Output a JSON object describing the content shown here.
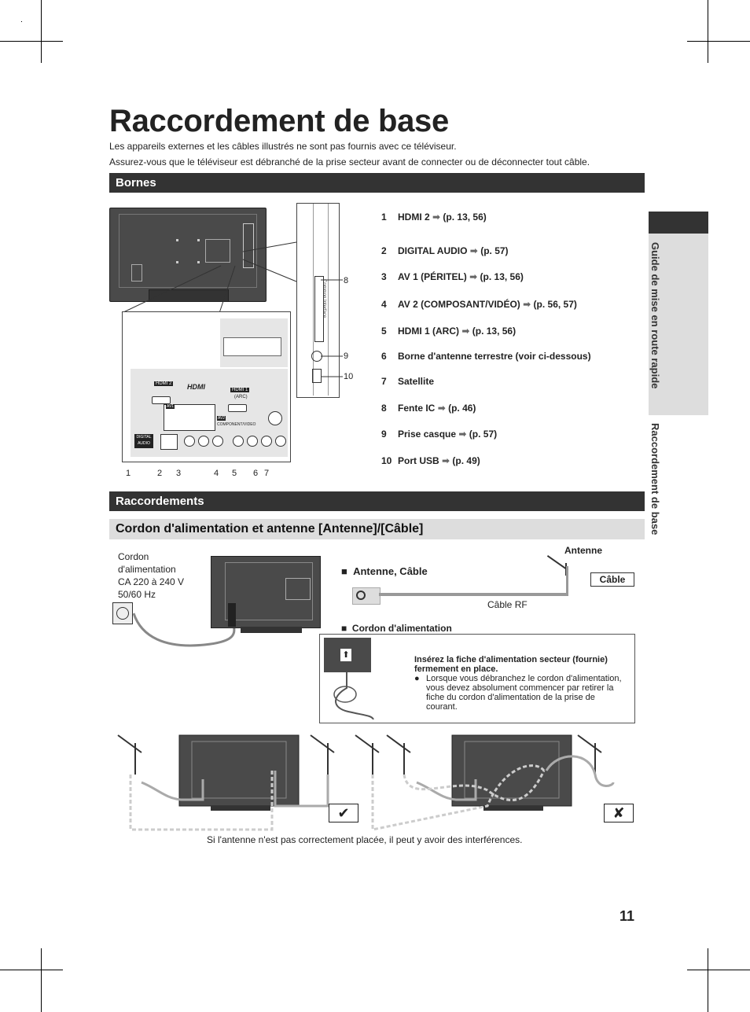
{
  "page": {
    "title": "Raccordement de base",
    "intro_1": "Les appareils externes et les câbles illustrés ne sont pas fournis avec ce téléviseur.",
    "intro_2": "Assurez-vous que le téléviseur est débranché de la prise secteur avant de connecter ou de déconnecter tout câble.",
    "page_number": "11"
  },
  "side_tabs": {
    "tab_1": "Guide de mise en route rapide",
    "tab_2": "Raccordement de base"
  },
  "bornes": {
    "heading": "Bornes",
    "items": [
      {
        "num": "1",
        "label": "HDMI 2",
        "ref": "(p. 13, 56)"
      },
      {
        "num": "2",
        "label": "DIGITAL AUDIO",
        "ref": "(p. 57)"
      },
      {
        "num": "3",
        "label": "AV 1 (PÉRITEL)",
        "ref": "(p. 13, 56)"
      },
      {
        "num": "4",
        "label": "AV 2 (COMPOSANT/VIDÉO)",
        "ref": "(p. 56, 57)"
      },
      {
        "num": "5",
        "label": "HDMI 1 (ARC)",
        "ref": "(p. 13, 56)"
      },
      {
        "num": "6",
        "label": "Borne d'antenne terrestre (voir ci-dessous)",
        "ref": ""
      },
      {
        "num": "7",
        "label": "Satellite",
        "ref": ""
      },
      {
        "num": "8",
        "label": "Fente IC",
        "ref": "(p. 46)"
      },
      {
        "num": "9",
        "label": "Prise casque",
        "ref": "(p. 57)"
      },
      {
        "num": "10",
        "label": "Port USB",
        "ref": "(p. 49)"
      }
    ],
    "callouts_bottom": [
      "1",
      "2",
      "3",
      "4",
      "5",
      "6",
      "7"
    ],
    "callouts_side": [
      "8",
      "9",
      "10"
    ],
    "panel_labels": {
      "hdmi2": "HDMI 2",
      "hdmi_logo": "HDMI",
      "hdmi1": "HDMI 1",
      "arc": "(ARC)",
      "av1": "AV1",
      "av2": "AV2",
      "component": "COMPONENT/VIDEO",
      "digital_audio": "DIGITAL AUDIO",
      "common_interface": "Common Interface"
    }
  },
  "raccordements": {
    "heading": "Raccordements",
    "subheading": "Cordon d'alimentation et antenne [Antenne]/[Câble]",
    "power_label": [
      "Cordon",
      "d'alimentation",
      "CA 220 à 240 V",
      "50/60 Hz"
    ],
    "antenna_label": "Antenne",
    "antenna_cable_title": "Antenne, Câble",
    "cable_box": "Câble",
    "rf_cable": "Câble RF",
    "power_cord_title": "Cordon d'alimentation",
    "insert_bold": "Insérez la fiche d'alimentation secteur (fournie) fermement en place.",
    "insert_note": "Lorsque vous débranchez le cordon d'alimentation, vous devez absolument commencer par retirer la fiche du cordon d'alimentation de la prise de courant.",
    "interference_note": "Si l'antenne n'est pas correctement placée, il peut y avoir des interférences.",
    "good_mark": "✔",
    "bad_mark": "✘"
  }
}
